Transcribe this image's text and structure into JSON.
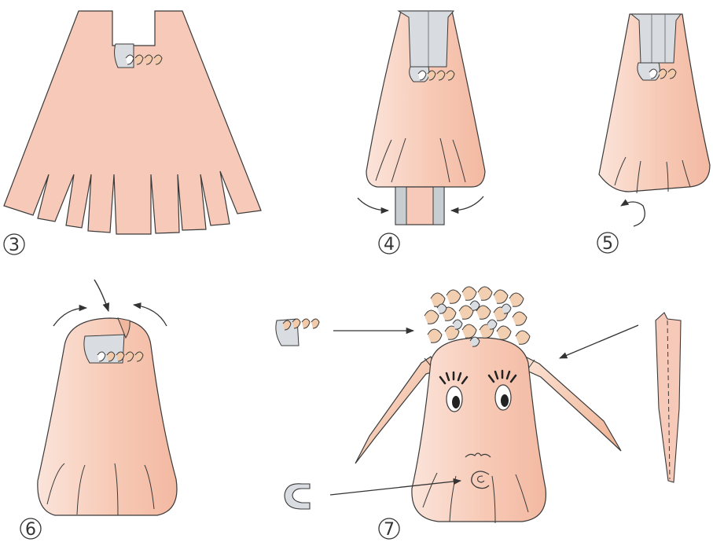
{
  "steps": [
    {
      "number": "3"
    },
    {
      "number": "4"
    },
    {
      "number": "5"
    },
    {
      "number": "6"
    },
    {
      "number": "7"
    }
  ],
  "colors": {
    "paper": "#f6c9b6",
    "paper_light": "#fbe3d8",
    "outline": "#3a3a3a",
    "grey": "#c8cdd2",
    "arrow": "#333333"
  },
  "icons": [
    "fold-arrow-icon",
    "curl-icon",
    "pointer-arrow-icon",
    "eye-icon",
    "nose-curl-icon"
  ]
}
